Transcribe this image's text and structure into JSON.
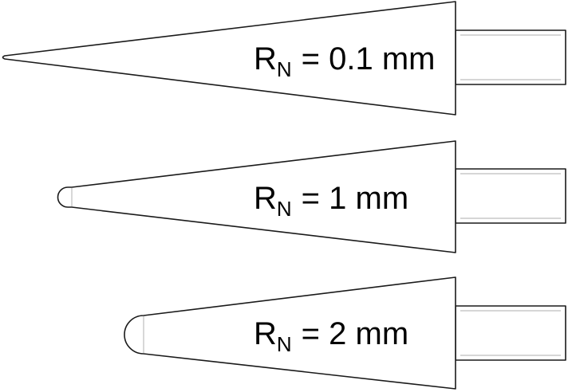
{
  "cones": [
    {
      "radius_symbol": "R",
      "radius_subscript": "N",
      "radius_value": "= 0.1 mm"
    },
    {
      "radius_symbol": "R",
      "radius_subscript": "N",
      "radius_value": "= 1 mm"
    },
    {
      "radius_symbol": "R",
      "radius_subscript": "N",
      "radius_value": "= 2 mm"
    }
  ],
  "colors": {
    "stroke": "#1a1a1a",
    "inner_line": "#bdbdbd",
    "background": "#ffffff"
  }
}
